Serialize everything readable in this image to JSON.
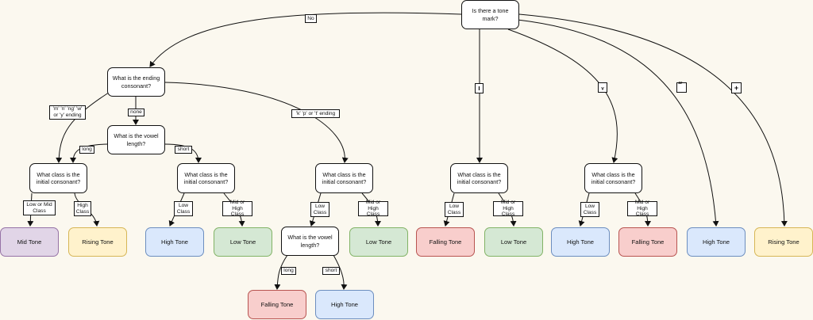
{
  "questions": {
    "tone_mark": "Is there a tone mark?",
    "ending": "What is the ending consonant?",
    "vowel_length": "What is the vowel length?",
    "class": "What class is the initial consonant?"
  },
  "edges": {
    "no": "No",
    "sonorant": "'m' 'n' 'ng' 'w'\nor 'y' ending",
    "none": "none",
    "stop": "'k' 'p' or 't' ending",
    "long": "long",
    "short": "short",
    "low_or_mid": "Low or Mid\nClass",
    "high": "High\nClass",
    "low": "Low\nClass",
    "mid_or_high": "Mid or High\nClass"
  },
  "tone_marks": {
    "mai_ek": "ı",
    "mai_tho": "ᵥ",
    "mai_tri": "๊",
    "mai_chattawa": "+"
  },
  "tones": {
    "mid": "Mid Tone",
    "rising": "Rising Tone",
    "high": "High Tone",
    "low": "Low Tone",
    "falling": "Falling Tone"
  },
  "colors": {
    "mid": "#e1d5e7",
    "rising": "#fff2cc",
    "high": "#dae8fc",
    "low": "#d5e8d4",
    "falling": "#f8cecc",
    "line": "#111111"
  }
}
